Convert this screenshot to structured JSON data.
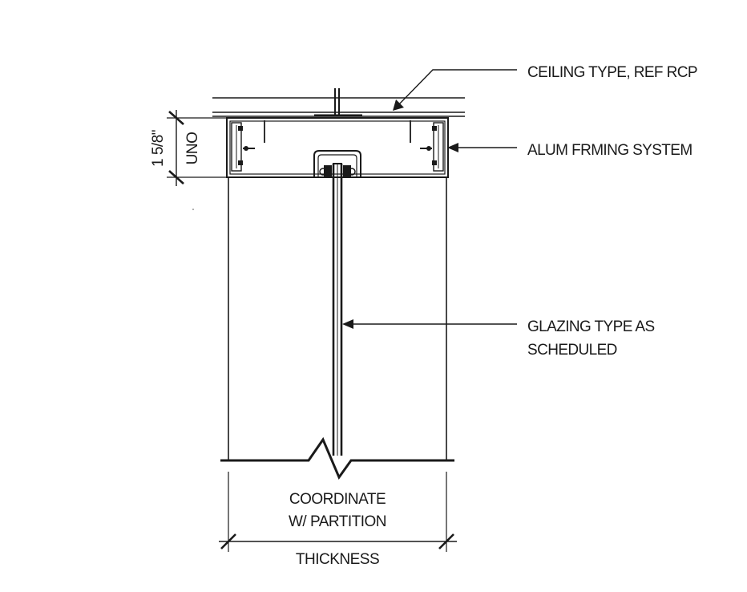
{
  "callouts": {
    "ceiling": "CEILING TYPE, REF RCP",
    "framing": "ALUM FRMING SYSTEM",
    "glazing_line1": "GLAZING TYPE AS",
    "glazing_line2": "SCHEDULED"
  },
  "dimensions": {
    "head_height": "1 5/8\"",
    "head_height_note": "UNO",
    "width_note_line1": "COORDINATE",
    "width_note_line2": "W/ PARTITION",
    "width_label": "THICKNESS"
  },
  "colors": {
    "line": "#1a1a1a",
    "background": "#ffffff"
  }
}
